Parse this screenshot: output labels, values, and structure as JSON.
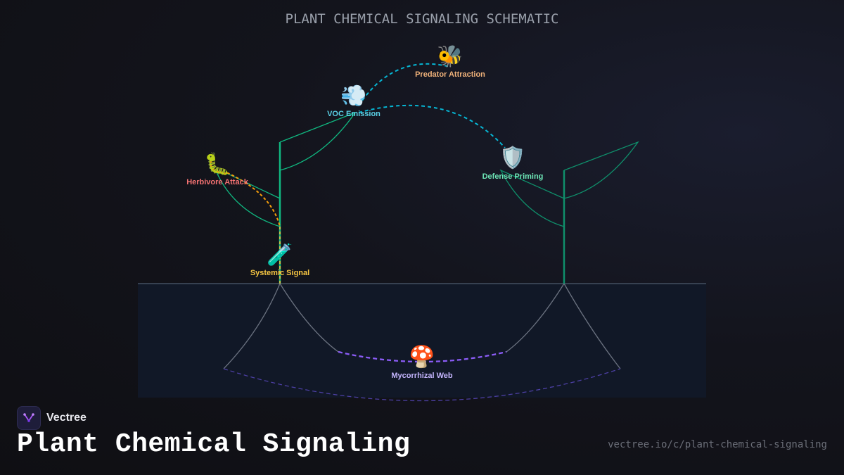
{
  "diagram": {
    "title": "PLANT CHEMICAL SIGNALING SCHEMATIC",
    "nodes": {
      "predator": {
        "label": "Predator Attraction",
        "icon": "bee-icon",
        "glyph": "🐝",
        "color": "#f0b27a"
      },
      "voc": {
        "label": "VOC Emission",
        "icon": "wind-icon",
        "glyph": "💨",
        "color": "#5ad1e6"
      },
      "herbivore": {
        "label": "Herbivore Attack",
        "icon": "caterpillar-icon",
        "glyph": "🐛",
        "color": "#f47272"
      },
      "defense": {
        "label": "Defense Priming",
        "icon": "shield-icon",
        "glyph": "🛡️",
        "color": "#6ee7b7"
      },
      "systemic": {
        "label": "Systemic Signal",
        "icon": "test-tube-icon",
        "glyph": "🧪",
        "color": "#f5c542"
      },
      "mycorrhizal": {
        "label": "Mycorrhizal Web",
        "icon": "mushroom-icon",
        "glyph": "🍄",
        "color": "#c4b5fd"
      }
    },
    "colors": {
      "stem": "#10b981",
      "ground": "#111827",
      "roots": "#6b7280",
      "voc_path": "#06b6d4",
      "herbivore_path": "#f59e0b",
      "fungal_path": "#8b5cf6"
    }
  },
  "footer": {
    "brand": "Vectree",
    "title": "Plant Chemical Signaling",
    "url": "vectree.io/c/plant-chemical-signaling"
  }
}
